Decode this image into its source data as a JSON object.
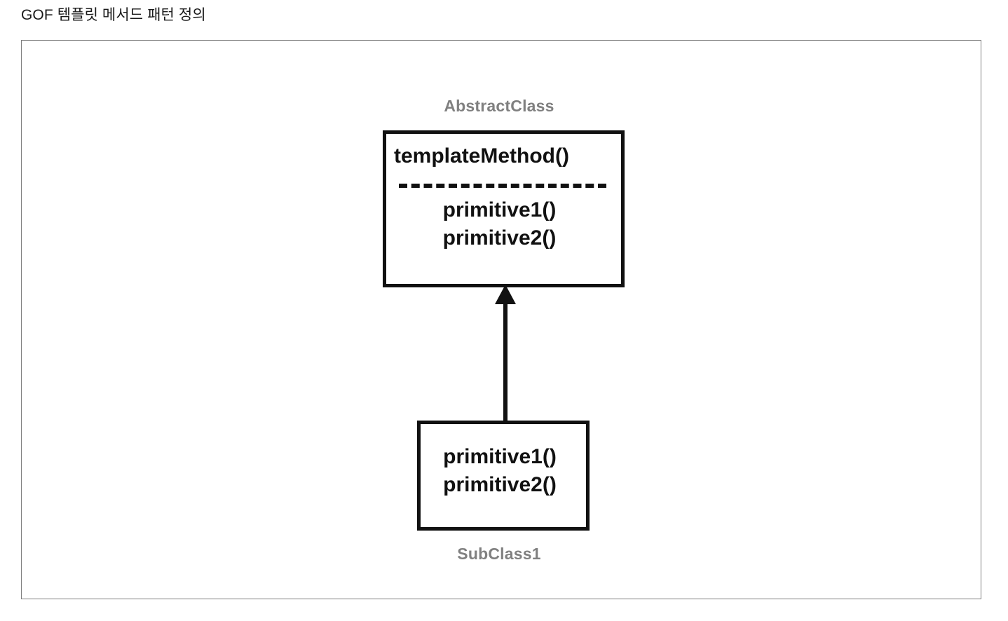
{
  "page": {
    "title": "GOF 템플릿 메서드 패턴 정의",
    "background_color": "#ffffff",
    "frame_border_color": "#7d7d7d"
  },
  "diagram": {
    "type": "uml-class-diagram",
    "pattern": "Template Method",
    "label_color": "#808080",
    "box_border_color": "#111111",
    "text_color": "#111111",
    "classes": [
      {
        "id": "abstract-class",
        "label": "AbstractClass",
        "label_position": "above",
        "compartments": [
          {
            "id": "template-compartment",
            "methods": [
              "templateMethod()"
            ],
            "align": "left"
          },
          {
            "id": "primitive-compartment",
            "methods": [
              "primitive1()",
              "primitive2()"
            ],
            "align": "center"
          }
        ],
        "separator": "dashed"
      },
      {
        "id": "subclass-1",
        "label": "SubClass1",
        "label_position": "below",
        "compartments": [
          {
            "id": "subclass-compartment",
            "methods": [
              "primitive1()",
              "primitive2()"
            ],
            "align": "center"
          }
        ],
        "separator": "none"
      }
    ],
    "relationships": [
      {
        "id": "inheritance",
        "type": "generalization",
        "from": "subclass-1",
        "to": "abstract-class",
        "arrow": "solid-triangle",
        "direction": "up"
      }
    ]
  }
}
